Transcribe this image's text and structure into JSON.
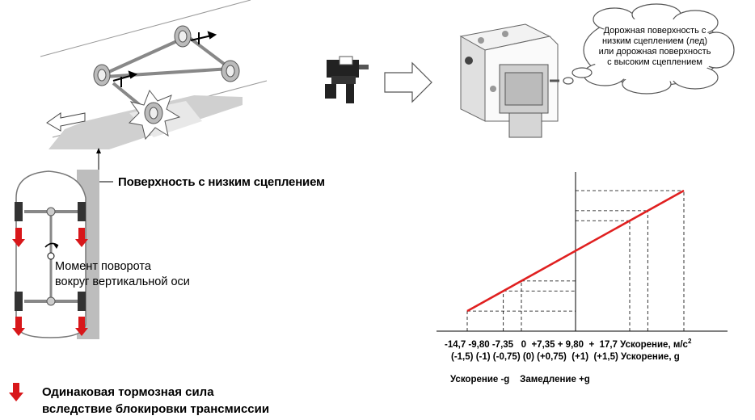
{
  "road_label": "Поверхность с низким сцеплением",
  "moment_label": [
    "Момент поворота",
    "вокруг вертикальной оси"
  ],
  "legend_label": [
    "Одинаковая тормозная сила",
    "вследствие блокировки трансмиссии"
  ],
  "cloud_text": [
    "Дорожная поверхность с",
    "низким сцеплением (лед)",
    "или дорожная поверхность",
    "с высоким сцеплением"
  ],
  "chart_data": {
    "type": "line",
    "x_ticks_accel": [
      "-14,7",
      "-9,80",
      "-7,35",
      "0",
      "+7,35",
      "+ 9,80",
      "+",
      "17,7"
    ],
    "x_ticks_g": [
      "(-1,5)",
      "(-1)",
      "(-0,75)",
      "(0)",
      "(+0,75)",
      "(+1)",
      "(+1,5)"
    ],
    "xlabel_accel": "Ускорение, м/с",
    "xlabel_accel_sup": "2",
    "xlabel_g": "Ускорение, g",
    "bottom_labels": [
      "Ускорение -g",
      "Замедление +g"
    ],
    "x": [
      -1.5,
      -1,
      -0.75,
      0,
      0.75,
      1,
      1.5
    ],
    "y": [
      1,
      2,
      2.5,
      4,
      5.5,
      6,
      7
    ],
    "line_color": "#e02020"
  }
}
